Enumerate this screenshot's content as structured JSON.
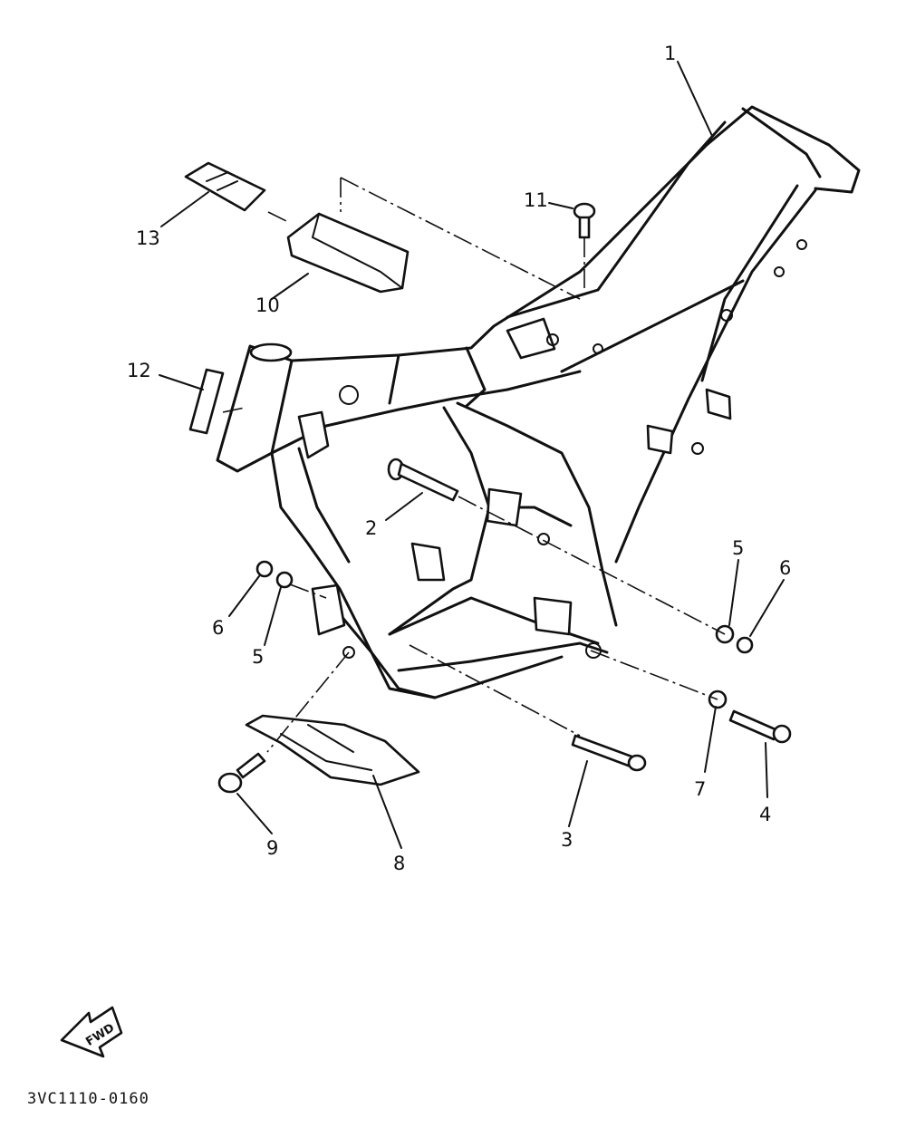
{
  "diagram": {
    "drawing_code": "3VC1110-0160",
    "fwd_label": "FWD",
    "callouts": [
      {
        "id": "c1",
        "label": "1"
      },
      {
        "id": "c2",
        "label": "2"
      },
      {
        "id": "c3",
        "label": "3"
      },
      {
        "id": "c4",
        "label": "4"
      },
      {
        "id": "c5a",
        "label": "5"
      },
      {
        "id": "c5b",
        "label": "5"
      },
      {
        "id": "c6a",
        "label": "6"
      },
      {
        "id": "c6b",
        "label": "6"
      },
      {
        "id": "c7",
        "label": "7"
      },
      {
        "id": "c8",
        "label": "8"
      },
      {
        "id": "c9",
        "label": "9"
      },
      {
        "id": "c10",
        "label": "10"
      },
      {
        "id": "c11",
        "label": "11"
      },
      {
        "id": "c12",
        "label": "12"
      },
      {
        "id": "c13",
        "label": "13"
      }
    ]
  }
}
